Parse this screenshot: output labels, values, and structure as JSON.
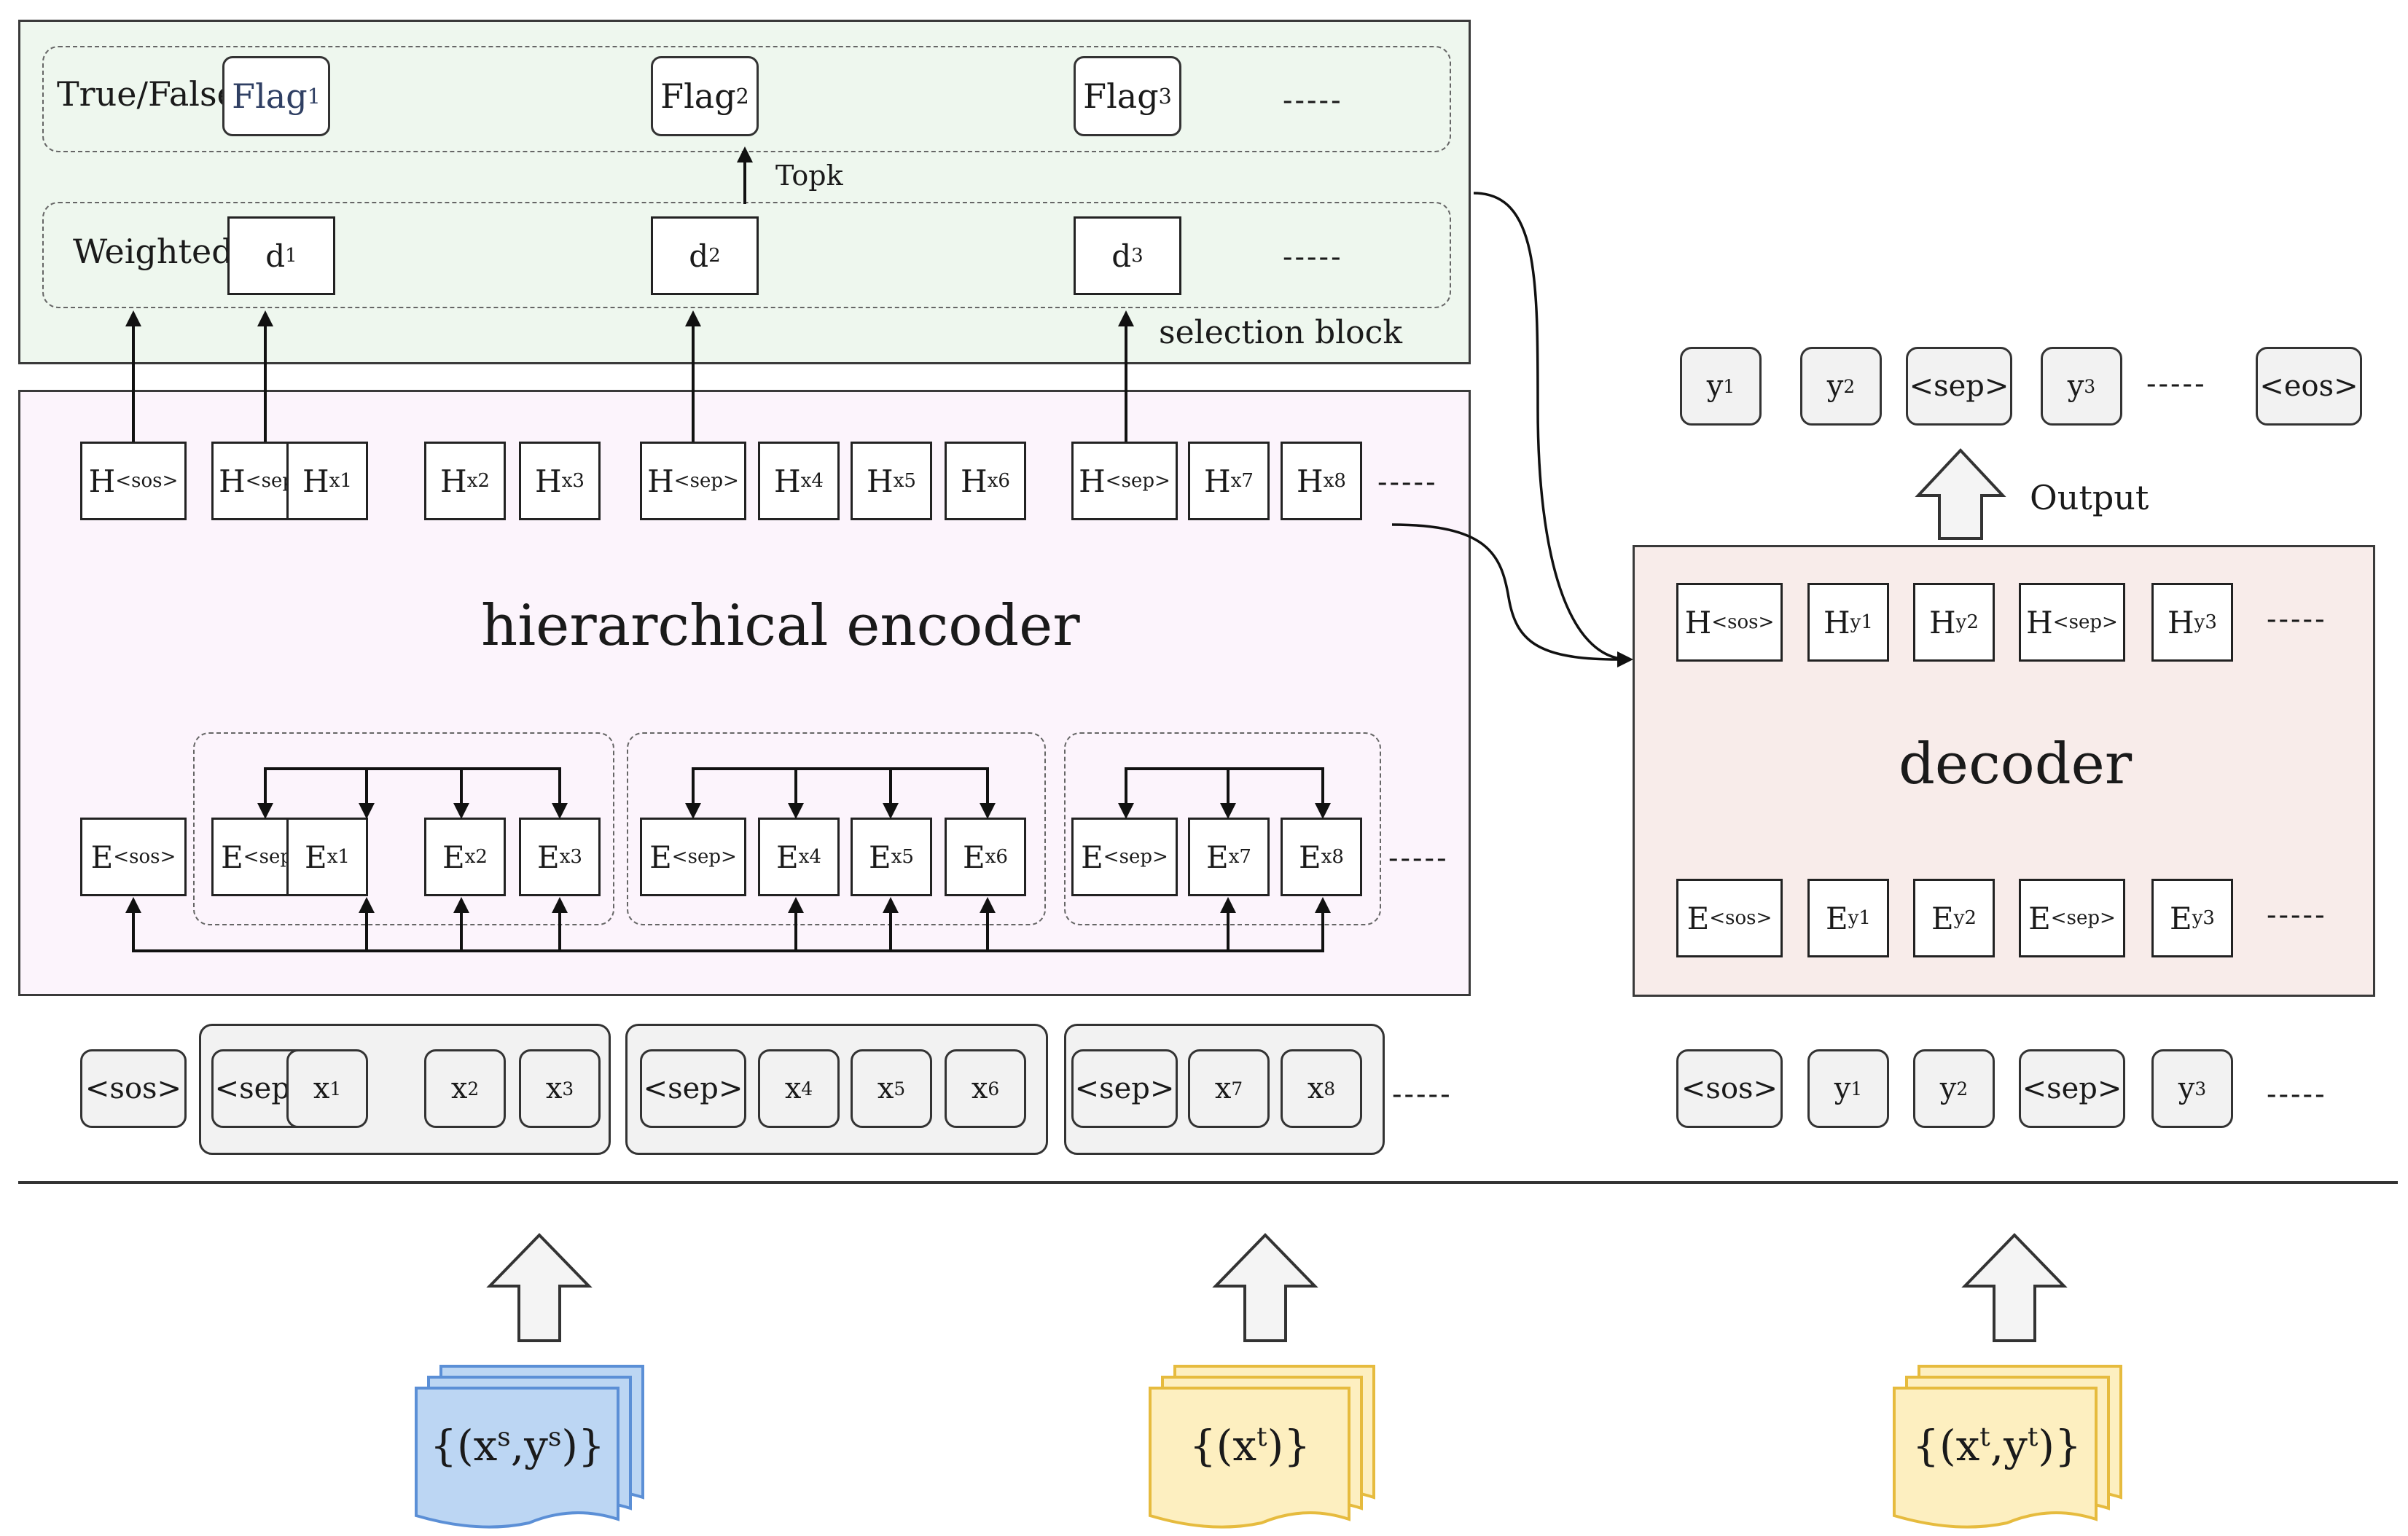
{
  "selection_block": {
    "label": "selection block",
    "flag_row_label": "True/False",
    "weight_row_label": "Weighted",
    "flag_main": "Flag",
    "flags": [
      "1",
      "2",
      "3"
    ],
    "d_main": "d",
    "ds": [
      "1",
      "2",
      "3"
    ],
    "topk_label": "Topk",
    "ellipsis": "-----"
  },
  "encoder": {
    "title": "hierarchical encoder",
    "h_tokens": [
      {
        "main": "H",
        "sub": "<sos>"
      },
      {
        "main": "H",
        "sub": "<sep>"
      },
      {
        "main": "H",
        "sub": "x1"
      },
      {
        "main": "H",
        "sub": "x2"
      },
      {
        "main": "H",
        "sub": "x3"
      },
      {
        "main": "H",
        "sub": "<sep>"
      },
      {
        "main": "H",
        "sub": "x4"
      },
      {
        "main": "H",
        "sub": "x5"
      },
      {
        "main": "H",
        "sub": "x6"
      },
      {
        "main": "H",
        "sub": "<sep>"
      },
      {
        "main": "H",
        "sub": "x7"
      },
      {
        "main": "H",
        "sub": "x8"
      }
    ],
    "e_tokens": [
      {
        "main": "E",
        "sub": "<sos>"
      },
      {
        "main": "E",
        "sub": "<sep>"
      },
      {
        "main": "E",
        "sub": "x1"
      },
      {
        "main": "E",
        "sub": "x2"
      },
      {
        "main": "E",
        "sub": "x3"
      },
      {
        "main": "E",
        "sub": "<sep>"
      },
      {
        "main": "E",
        "sub": "x4"
      },
      {
        "main": "E",
        "sub": "x5"
      },
      {
        "main": "E",
        "sub": "x6"
      },
      {
        "main": "E",
        "sub": "<sep>"
      },
      {
        "main": "E",
        "sub": "x7"
      },
      {
        "main": "E",
        "sub": "x8"
      }
    ],
    "ellipsis": "-----"
  },
  "encoder_input": {
    "tokens": [
      {
        "main": "<sos>",
        "sub": ""
      },
      {
        "main": "<sep>",
        "sub": ""
      },
      {
        "main": "x",
        "sub": "1"
      },
      {
        "main": "x",
        "sub": "2"
      },
      {
        "main": "x",
        "sub": "3"
      },
      {
        "main": "<sep>",
        "sub": ""
      },
      {
        "main": "x",
        "sub": "4"
      },
      {
        "main": "x",
        "sub": "5"
      },
      {
        "main": "x",
        "sub": "6"
      },
      {
        "main": "<sep>",
        "sub": ""
      },
      {
        "main": "x",
        "sub": "7"
      },
      {
        "main": "x",
        "sub": "8"
      }
    ],
    "ellipsis": "-----"
  },
  "decoder": {
    "title": "decoder",
    "h_tokens": [
      {
        "main": "H",
        "sub": "<sos>"
      },
      {
        "main": "H",
        "sub": "y1"
      },
      {
        "main": "H",
        "sub": "y2"
      },
      {
        "main": "H",
        "sub": "<sep>"
      },
      {
        "main": "H",
        "sub": "y3"
      }
    ],
    "e_tokens": [
      {
        "main": "E",
        "sub": "<sos>"
      },
      {
        "main": "E",
        "sub": "y1"
      },
      {
        "main": "E",
        "sub": "y2"
      },
      {
        "main": "E",
        "sub": "<sep>"
      },
      {
        "main": "E",
        "sub": "y3"
      }
    ],
    "ellipsis": "-----"
  },
  "decoder_input": {
    "tokens": [
      {
        "main": "<sos>",
        "sub": ""
      },
      {
        "main": "y",
        "sub": "1"
      },
      {
        "main": "y",
        "sub": "2"
      },
      {
        "main": "<sep>",
        "sub": ""
      },
      {
        "main": "y",
        "sub": "3"
      }
    ],
    "ellipsis": "-----"
  },
  "output": {
    "label": "Output",
    "tokens": [
      {
        "main": "y",
        "sub": "1"
      },
      {
        "main": "y",
        "sub": "2"
      },
      {
        "main": "<sep>",
        "sub": ""
      },
      {
        "main": "y",
        "sub": "3"
      },
      {
        "main": "<eos>",
        "sub": ""
      }
    ],
    "ellipsis": "-----"
  },
  "datasets": [
    {
      "open": "{(x",
      "sup1": "s",
      "mid": ",y",
      "sup2": "s",
      "close": ")}"
    },
    {
      "open": "{(x",
      "sup1": "t",
      "mid": "",
      "sup2": "",
      "close": ")}"
    },
    {
      "open": "{(x",
      "sup1": "t",
      "mid": ",y",
      "sup2": "t",
      "close": ")}"
    }
  ],
  "colors": {
    "selection_bg": "#eef7ee",
    "encoder_bg": "#fcf4fc",
    "decoder_bg": "#f8ecea",
    "doc_blue_fill": "#bcd6f3",
    "doc_blue_stroke": "#5b8fd6",
    "doc_yellow_fill": "#fdefc0",
    "doc_yellow_stroke": "#e6bb3e",
    "token_fill": "#f2f2f2"
  }
}
